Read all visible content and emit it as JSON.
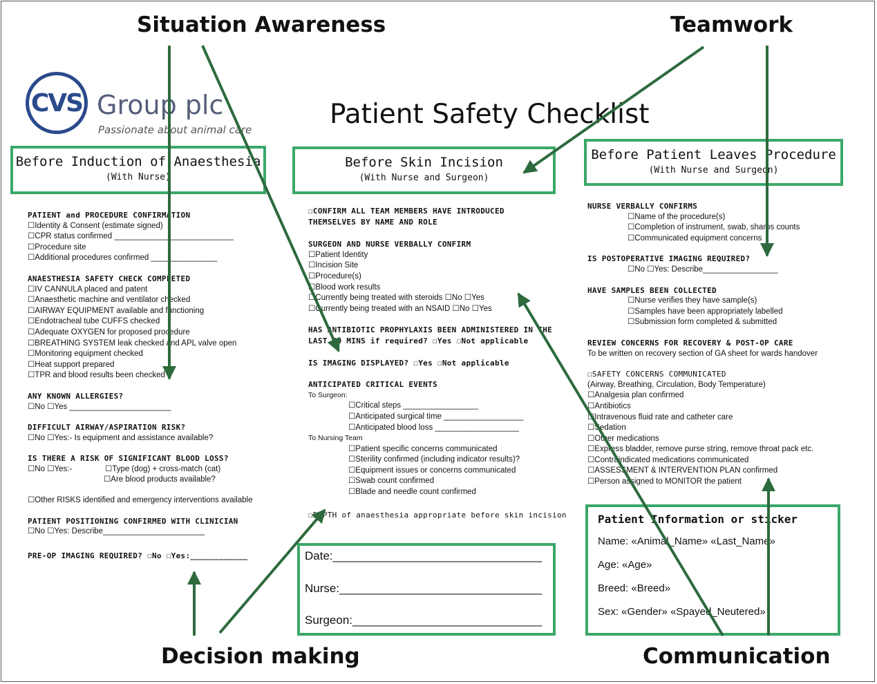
{
  "labels": {
    "situation_awareness": "Situation Awareness",
    "teamwork": "Teamwork",
    "decision_making": "Decision making",
    "communication": "Communication"
  },
  "logo": {
    "mark": "CVS",
    "name": "Group plc",
    "tagline": "Passionate about animal care"
  },
  "title": "Patient Safety  Checklist",
  "colors": {
    "box_border": "#3aa86a",
    "arrow": "#2d6a3e",
    "logo": "#2b4a8c"
  },
  "boxes": {
    "induction": {
      "title": "Before Induction of Anaesthesia",
      "subtitle": "(With Nurse)"
    },
    "incision": {
      "title": "Before Skin Incision",
      "subtitle": "(With Nurse and Surgeon)"
    },
    "leaves": {
      "title": "Before Patient Leaves Procedure",
      "subtitle": "(With Nurse and Surgeon)"
    }
  },
  "col1": {
    "h1": "PATIENT and PROCEDURE CONFIRMATION",
    "h1_items": [
      "☐Identity & Consent (estimate signed)",
      "☐CPR status confirmed ___________________________",
      "☐Procedure site",
      "☐Additional procedures confirmed _______________"
    ],
    "h2": "ANAESTHESIA SAFETY CHECK COMPLETED",
    "h2_items": [
      "☐IV CANNULA placed and patent",
      "☐Anaesthetic machine and ventilator checked",
      "☐AIRWAY EQUIPMENT available and functioning",
      "☐Endotracheal tube CUFFS checked",
      "☐Adequate OXYGEN for proposed procedure",
      "☐BREATHING SYSTEM leak checked and APL valve open",
      "☐Monitoring equipment checked",
      "☐Heat support prepared",
      "☐TPR and blood results been checked"
    ],
    "h3": "ANY KNOWN ALLERGIES?",
    "h3_items": [
      "☐No ☐Yes _______________________"
    ],
    "h4": "DIFFICULT AIRWAY/ASPIRATION RISK?",
    "h4_items": [
      "☐No ☐Yes:- Is equipment and assistance available?"
    ],
    "h5": "IS THERE A RISK OF SIGNIFICANT BLOOD LOSS?",
    "h5_a": "☐No ☐Yes:-",
    "h5_b": "☐Type (dog) + cross-match (cat)",
    "h5_c": "☐Are blood products available?",
    "other": "☐Other RISKS identified and emergency interventions available",
    "h6": "PATIENT POSITIONING CONFIRMED WITH CLINICIAN",
    "h6_items": [
      "☐No ☐Yes: Describe_______________________"
    ],
    "h7": "PRE-OP IMAGING REQUIRED? ☐No ☐Yes:____________"
  },
  "col2": {
    "intro_1": "☐CONFIRM ALL TEAM MEMBERS HAVE INTRODUCED",
    "intro_2": "THEMSELVES BY NAME AND ROLE",
    "h1": "SURGEON AND NURSE VERBALLY CONFIRM",
    "h1_items": [
      "☐Patient Identity",
      "☐Incision Site",
      "☐Procedure(s)",
      "☐Blood work results",
      "☐Currently being treated with steroids ☐No ☐Yes",
      "☐Currently being treated with an NSAID ☐No ☐Yes"
    ],
    "h2_1": "HAS ANTIBIOTIC PROPHYLAXIS BEEN ADMINISTERED IN THE",
    "h2_2": "LAST 60 MINS if required? ☐Yes ☐Not applicable",
    "h3": "IS IMAGING DISPLAYED? ☐Yes ☐Not applicable",
    "h4": "ANTICIPATED CRITICAL EVENTS",
    "to_surgeon": "To Surgeon:",
    "surgeon_items": [
      "☐Critical steps _________________",
      "☐Anticipated surgical time __________________",
      "☐Anticipated blood loss ___________________"
    ],
    "to_nursing": "To Nursing Team",
    "nursing_items": [
      "☐Patient specific concerns communicated",
      "☐Sterility confirmed (including indicator results)?",
      "☐Equipment issues or concerns communicated",
      "☐Swab count confirmed",
      "☐Blade and needle count confirmed"
    ],
    "depth": "☐DEPTH of anaesthesia appropriate before skin incision"
  },
  "signoff": {
    "date": "Date:________________________________",
    "nurse": "Nurse:_______________________________",
    "surgeon": "Surgeon:_____________________________"
  },
  "col3": {
    "h1": "NURSE VERBALLY CONFIRMS",
    "h1_items": [
      "☐Name of the procedure(s)",
      "☐Completion of instrument, swab, sharps counts",
      "☐Communicated equipment concerns"
    ],
    "h2": "IS POSTOPERATIVE IMAGING REQUIRED?",
    "h2_items": [
      "☐No ☐Yes: Describe_________________"
    ],
    "h3": "HAVE SAMPLES BEEN COLLECTED",
    "h3_items": [
      "☐Nurse verifies they have sample(s)",
      "☐Samples have been appropriately labelled",
      "☐Submission form completed & submitted"
    ],
    "h4": "REVIEW CONCERNS FOR RECOVERY & POST-OP CARE",
    "h4_note": "To be written on recovery section of GA sheet for wards handover",
    "h5": "☐SAFETY CONCERNS COMMUNICATED",
    "h5_items": [
      "(Airway, Breathing, Circulation, Body Temperature)",
      "☐Analgesia plan confirmed",
      "☐Antibiotics",
      "☐Intravenous fluid rate and catheter care",
      "☐Sedation",
      "☐Other medications",
      "☐Express bladder, remove purse string, remove throat pack etc.",
      "☐Contraindicated medications communicated",
      "☐ASSESSMENT & INTERVENTION PLAN confirmed",
      "☐Person assigned to MONITOR the patient"
    ]
  },
  "patient": {
    "title": "Patient Information or sticker",
    "name": "Name: «Animal_Name» «Last_Name»",
    "age": "Age: «Age»",
    "breed": "Breed: «Breed»",
    "sex": "Sex: «Gender» «Spayed_Neutered»"
  }
}
